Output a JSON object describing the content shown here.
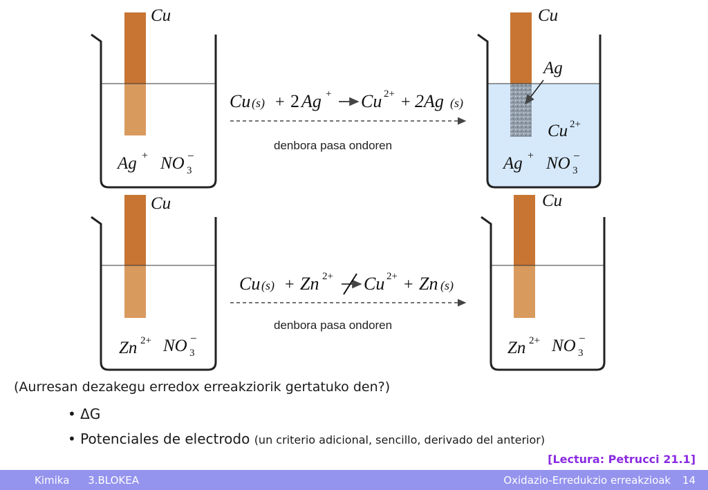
{
  "diagram": {
    "top_left": {
      "electrode": "Cu",
      "ions": {
        "cation": "Ag",
        "cation_charge": "+",
        "anion": "NO",
        "anion_sub": "3",
        "anion_charge": "−"
      }
    },
    "top_right": {
      "electrode": "Cu",
      "deposit_label": "Ag",
      "product_ion": "Cu",
      "product_charge": "2+",
      "ions": {
        "cation": "Ag",
        "cation_charge": "+",
        "anion": "NO",
        "anion_sub": "3",
        "anion_charge": "−"
      }
    },
    "bottom_left": {
      "electrode": "Cu",
      "ions": {
        "cation": "Zn",
        "cation_charge": "2+",
        "anion": "NO",
        "anion_sub": "3",
        "anion_charge": "−"
      }
    },
    "bottom_right": {
      "electrode": "Cu",
      "ions": {
        "cation": "Zn",
        "cation_charge": "2+",
        "anion": "NO",
        "anion_sub": "3",
        "anion_charge": "−"
      }
    },
    "reaction1": {
      "r1": "Cu",
      "r1_state": "(s)",
      "plus1": "+",
      "coef": "2",
      "r2": "Ag",
      "r2_charge": "+",
      "p1": "Cu",
      "p1_charge": "2+",
      "plus2": "+",
      "p2": "2Ag",
      "p2_state": "(s)"
    },
    "reaction2": {
      "r1": "Cu",
      "r1_state": "(s)",
      "plus1": "+",
      "r2": "Zn",
      "r2_charge": "2+",
      "p1": "Cu",
      "p1_charge": "2+",
      "plus2": "+",
      "p2": "Zn",
      "p2_state": "(s)"
    },
    "time_caption": "denbora pasa ondoren",
    "colors": {
      "copper": "#c87533",
      "copper_submerged": "#d99a5e",
      "solution_blue": "#d6e9fb",
      "silver_deposit": "#8e9aa6"
    }
  },
  "text": {
    "question": "(Aurresan dezakegu erredox erreakziorik gertatuko den?)",
    "bullets": [
      {
        "main": "ΔG",
        "note": ""
      },
      {
        "main": "Potenciales de electrodo",
        "note": "(un criterio adicional, sencillo, derivado del anterior)"
      }
    ],
    "reference": "[Lectura: Petrucci 21.1]"
  },
  "footer": {
    "course": "Kimika",
    "block": "3.BLOKEA",
    "topic": "Oxidazio-Erredukzio erreakzioak",
    "page": "14"
  }
}
